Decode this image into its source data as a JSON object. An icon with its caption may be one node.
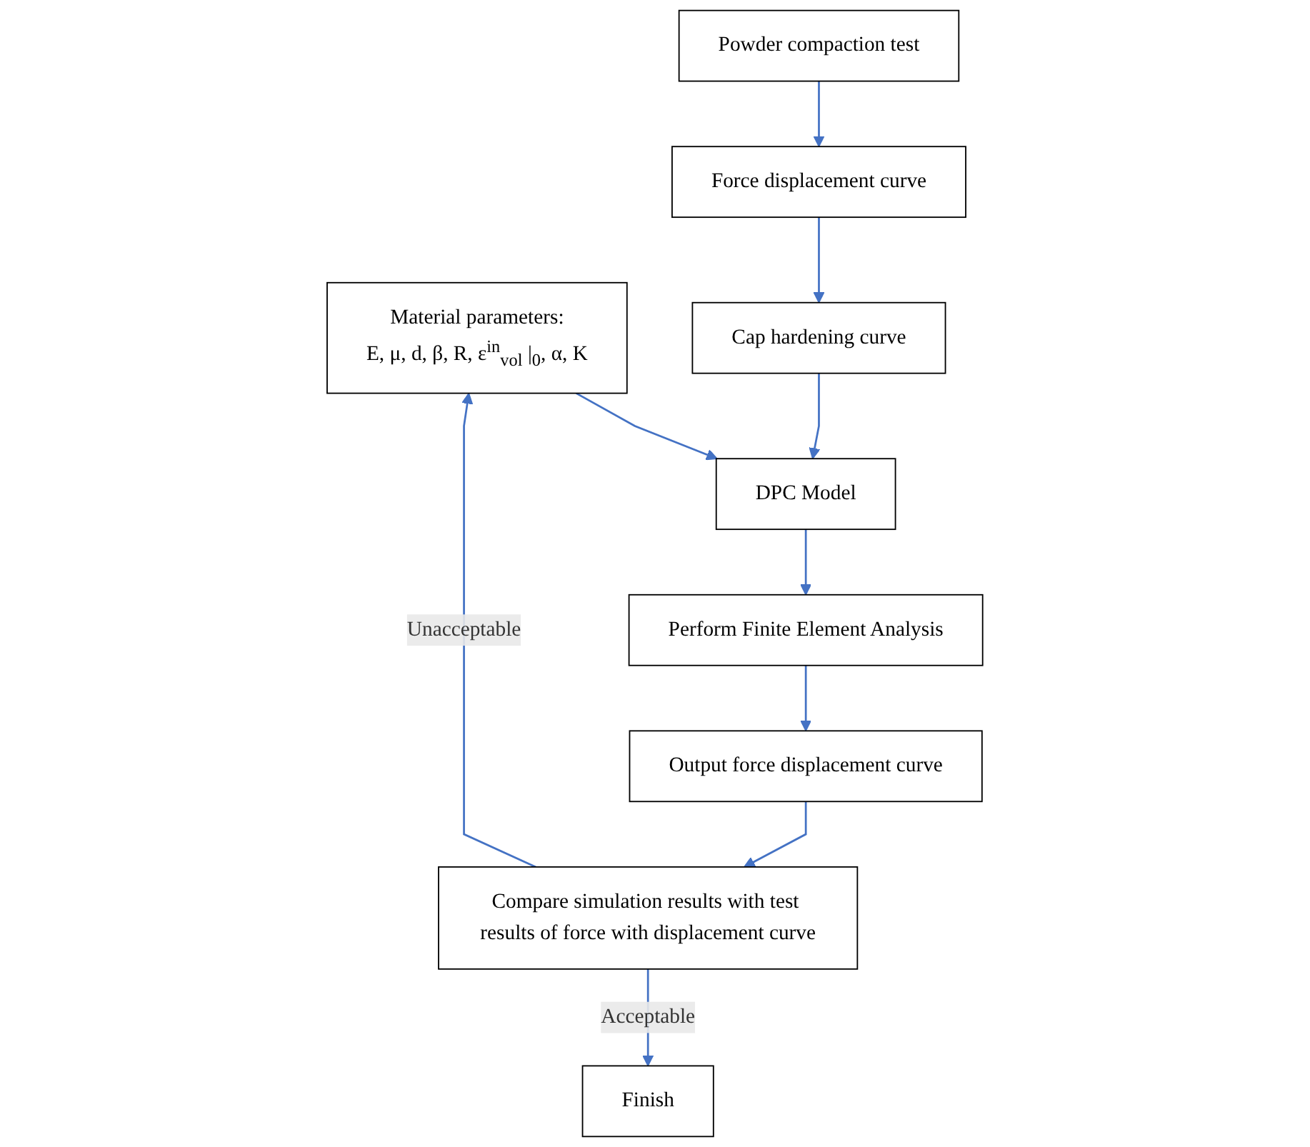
{
  "diagram": {
    "nodes": [
      {
        "text": [
          "Material parameters:",
          "E, μ, d, β, R, ε$^{in}$$_{vol}$ |$_{0}$, α, K"
        ]
      },
      {
        "text": [
          "Powder compaction test"
        ]
      },
      {
        "text": [
          "Force displacement curve"
        ]
      },
      {
        "text": [
          "DPC Model"
        ]
      },
      {
        "text": [
          "Cap hardening curve"
        ]
      },
      {
        "text": [
          "Perform Finite Element Analysis"
        ]
      },
      {
        "text": [
          "Output force displacement curve"
        ]
      },
      {
        "text": [
          "Compare simulation results with test results of force with displacement curve"
        ]
      },
      {
        "text": [
          "Finish"
        ]
      }
    ],
    "edges": [
      {
        "from": 0,
        "to": 3,
        "arrow": "to"
      },
      {
        "from": 1,
        "to": 2,
        "arrow": "to"
      },
      {
        "from": 2,
        "to": 4,
        "arrow": "to"
      },
      {
        "from": 4,
        "to": 3,
        "arrow": "to"
      },
      {
        "from": 3,
        "to": 5,
        "arrow": "to"
      },
      {
        "from": 5,
        "to": 6,
        "arrow": "to"
      },
      {
        "from": 6,
        "to": 7,
        "arrow": "to"
      },
      {
        "from": 7,
        "to": 8,
        "arrow": "to",
        "label": "Acceptable"
      },
      {
        "from": 7,
        "to": 0,
        "arrow": "to",
        "label": "Unacceptable"
      }
    ]
  }
}
